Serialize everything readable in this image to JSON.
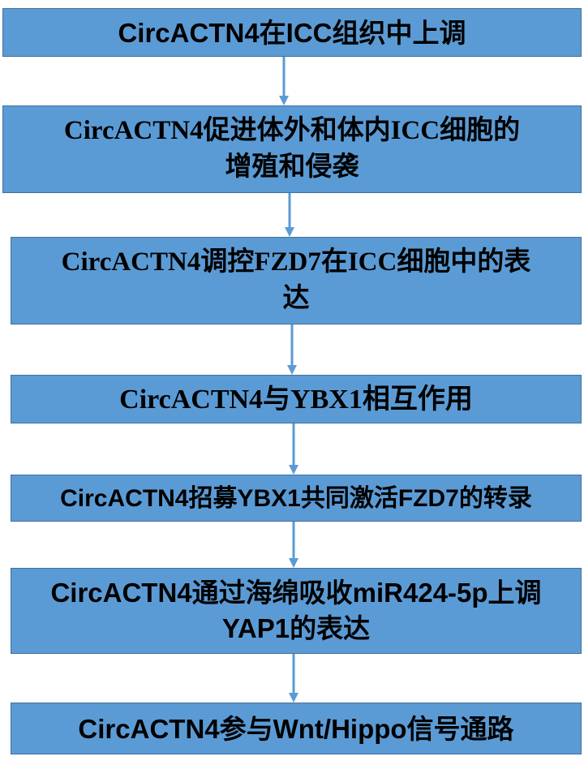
{
  "diagram": {
    "colors": {
      "box_fill": "#5B9BD5",
      "box_border": "#41719C",
      "arrow": "#5B9BD5",
      "text": "#000000"
    },
    "nodes": [
      {
        "lines": [
          "CircACTN4在ICC组织中上调"
        ]
      },
      {
        "lines": [
          "CircACTN4促进体外和体内ICC细胞的",
          "增殖和侵袭"
        ]
      },
      {
        "lines": [
          "CircACTN4调控FZD7在ICC细胞中的表",
          "达"
        ]
      },
      {
        "lines": [
          "CircACTN4与YBX1相互作用"
        ]
      },
      {
        "lines": [
          "CircACTN4招募YBX1共同激活FZD7的转录"
        ]
      },
      {
        "lines": [
          "CircACTN4通过海绵吸收miR424-5p上调",
          "YAP1的表达"
        ]
      },
      {
        "lines": [
          "CircACTN4参与Wnt/Hippo信号通路"
        ]
      }
    ],
    "edges": [
      {
        "from": 1,
        "to": 2
      },
      {
        "from": 2,
        "to": 3
      },
      {
        "from": 3,
        "to": 4
      },
      {
        "from": 4,
        "to": 5
      },
      {
        "from": 5,
        "to": 6
      },
      {
        "from": 6,
        "to": 7
      }
    ]
  }
}
